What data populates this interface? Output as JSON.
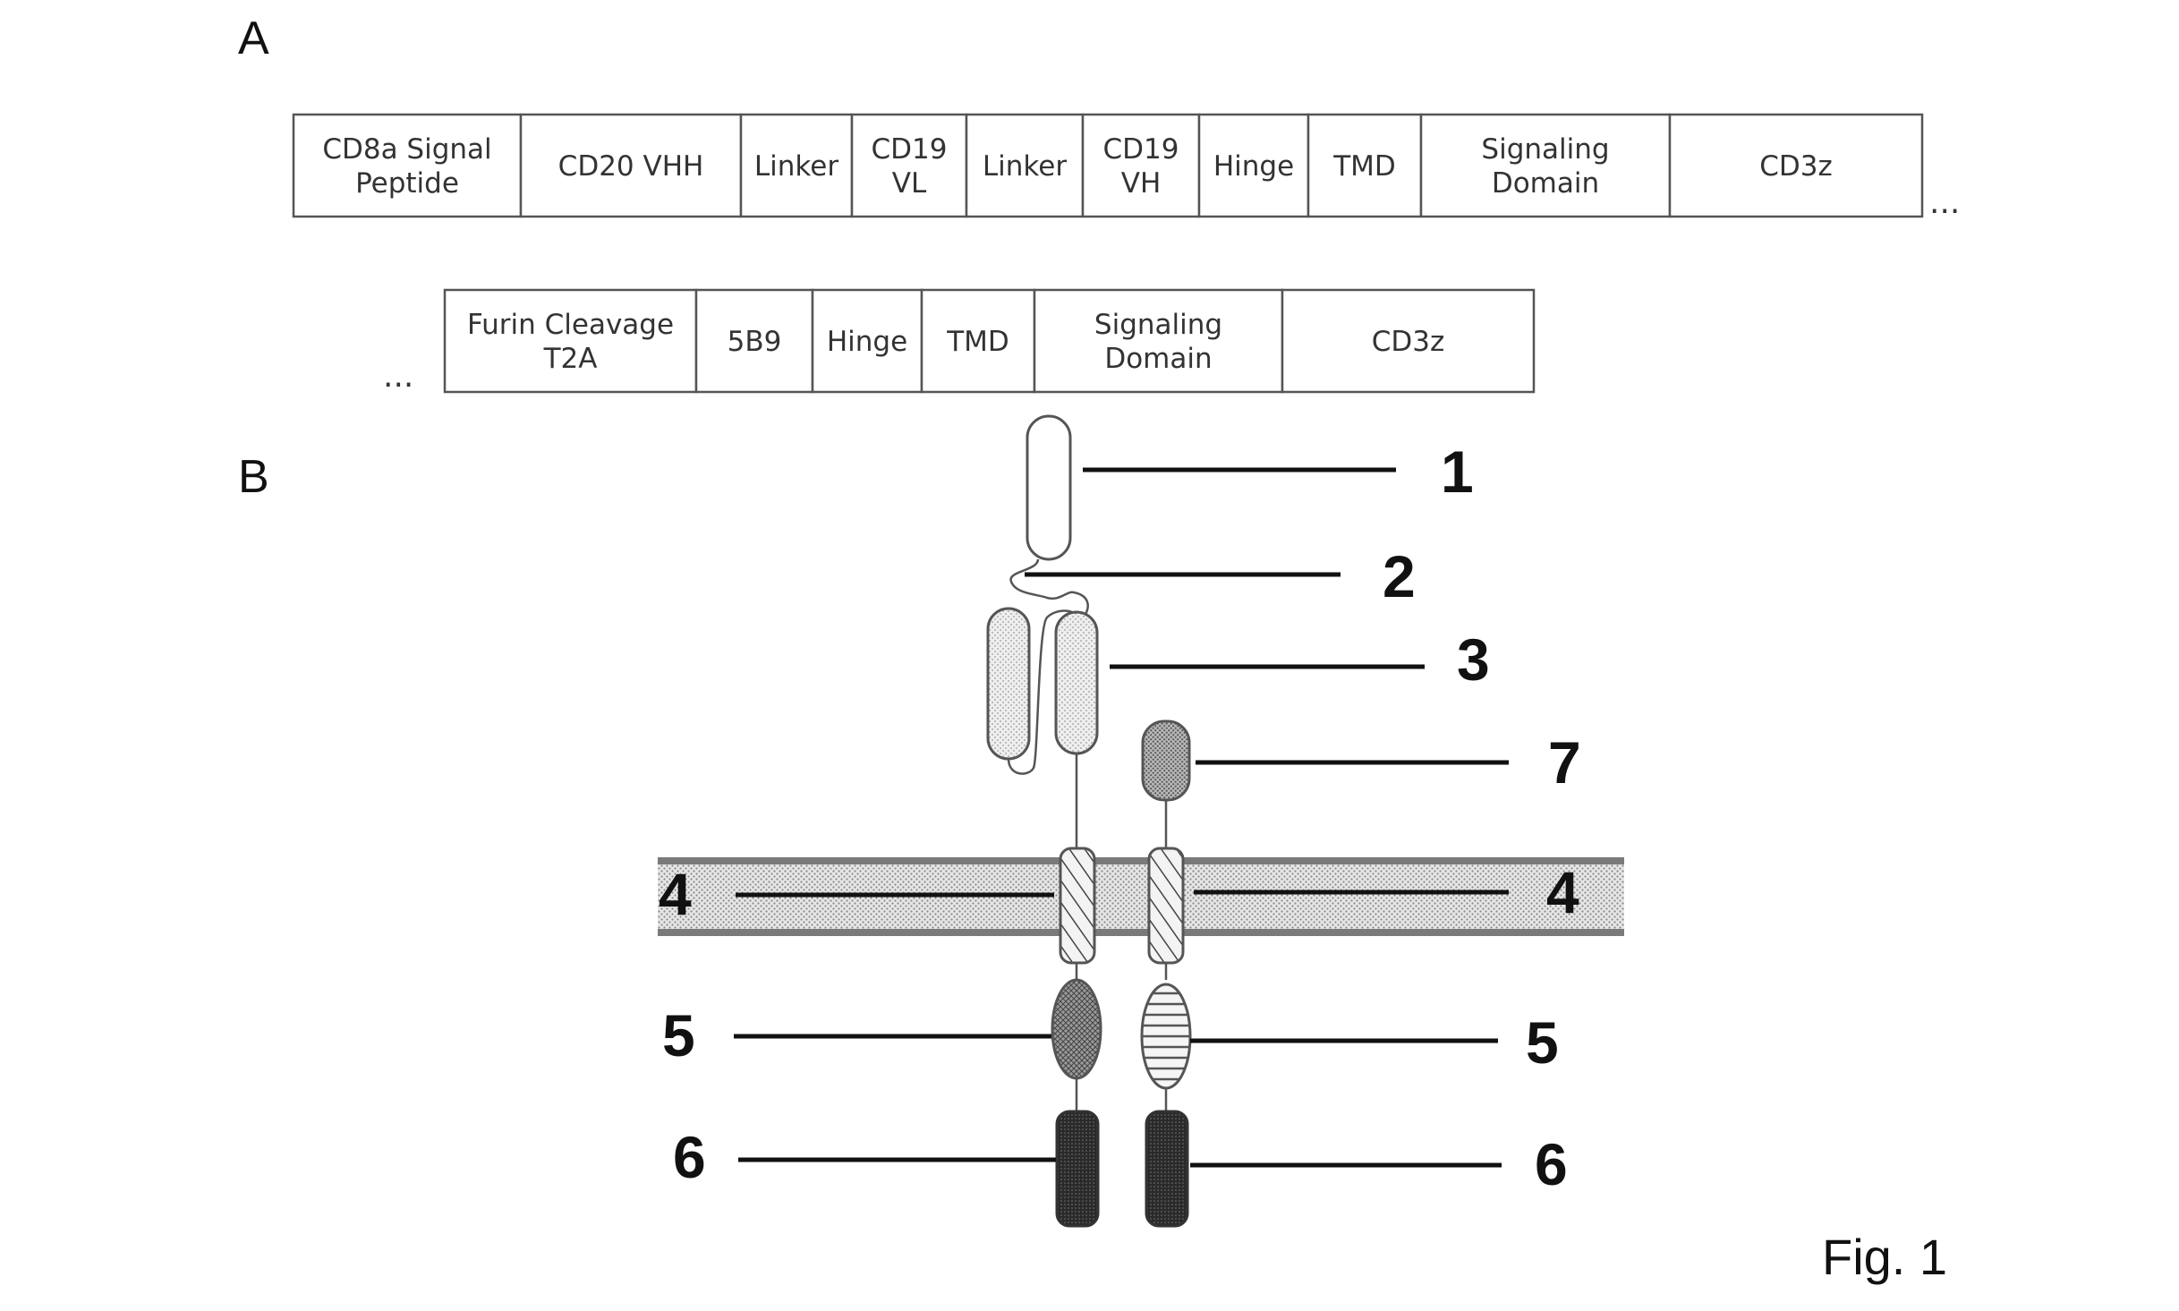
{
  "panel_a": {
    "letter": "A",
    "row1": [
      {
        "lines": [
          "CD8a Signal",
          "Peptide"
        ]
      },
      {
        "lines": [
          "CD20 VHH"
        ]
      },
      {
        "lines": [
          "Linker"
        ]
      },
      {
        "lines": [
          "CD19",
          "VL"
        ]
      },
      {
        "lines": [
          "Linker"
        ]
      },
      {
        "lines": [
          "CD19",
          "VH"
        ]
      },
      {
        "lines": [
          "Hinge"
        ]
      },
      {
        "lines": [
          "TMD"
        ]
      },
      {
        "lines": [
          "Signaling",
          "Domain"
        ]
      },
      {
        "lines": [
          "CD3z"
        ]
      }
    ],
    "row1_trailing": "...",
    "row2_leading": "...",
    "row2": [
      {
        "lines": [
          "Furin Cleavage",
          "T2A"
        ]
      },
      {
        "lines": [
          "5B9"
        ]
      },
      {
        "lines": [
          "Hinge"
        ]
      },
      {
        "lines": [
          "TMD"
        ]
      },
      {
        "lines": [
          "Signaling",
          "Domain"
        ]
      },
      {
        "lines": [
          "CD3z"
        ]
      }
    ]
  },
  "panel_b": {
    "letter": "B",
    "callouts": [
      "1",
      "2",
      "3",
      "7",
      "4",
      "4",
      "5",
      "5",
      "6",
      "6"
    ]
  },
  "figure_label": "Fig. 1"
}
